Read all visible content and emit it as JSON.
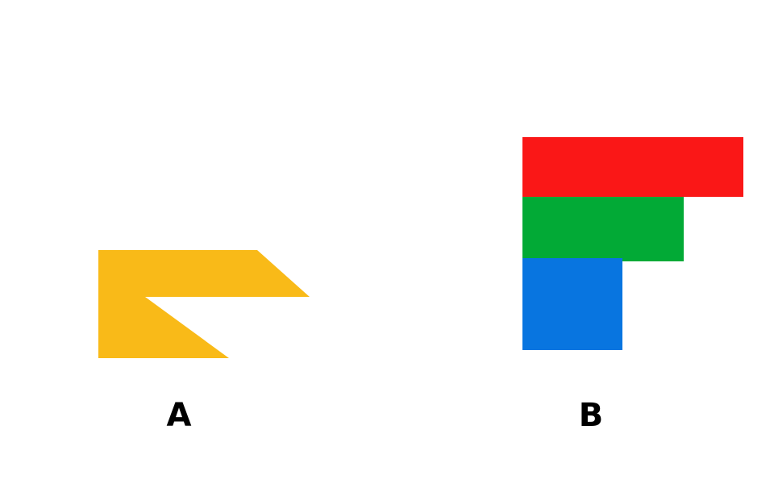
{
  "figures": [
    {
      "label": "A",
      "shape": "notched-chevron",
      "color": "#F9BA18"
    },
    {
      "label": "B",
      "shape": "stacked-bars",
      "bars": [
        {
          "color": "#FA1717"
        },
        {
          "color": "#02AA36"
        },
        {
          "color": "#0875E0"
        }
      ]
    }
  ]
}
